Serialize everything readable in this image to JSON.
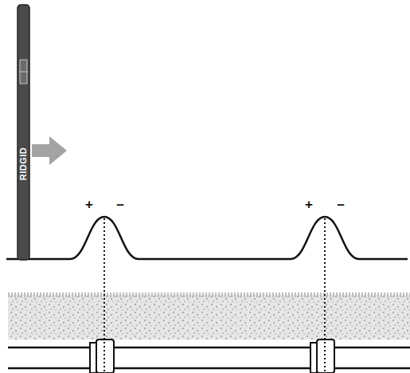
{
  "diagram": {
    "labels": [
      "RIDGID",
      "+",
      "–",
      "+",
      "–"
    ]
  }
}
